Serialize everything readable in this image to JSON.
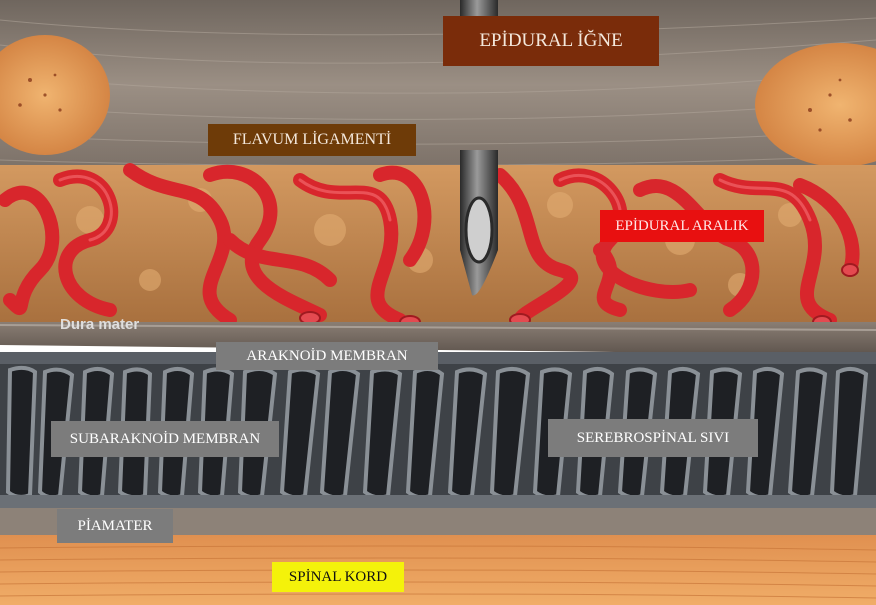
{
  "labels": {
    "epidural_needle": "EPİDURAL İĞNE",
    "ligamentum_flavum": "FLAVUM LİGAMENTİ",
    "epidural_space": "EPİDURAL ARALIK",
    "dura_mater": "Dura mater",
    "arachnoid_membrane": "ARAKNOİD MEMBRAN",
    "subarachnoid_membrane": "SUBARAKNOİD MEMBRAN",
    "cerebrospinal_fluid": "SEREBROSPİNAL SIVI",
    "pia_mater": "PİAMATER",
    "spinal_cord": "SPİNAL KORD"
  },
  "colors": {
    "needle_label_bg": "#7a2c0a",
    "ligament_label_bg": "#6e3b08",
    "epidural_label_bg": "#e81010",
    "grey_label_bg": "#7c7c7c",
    "spinal_label_bg": "#f4f20a",
    "ligament": "#8f8378",
    "bone": "#e59a52",
    "vessel": "#d8262c",
    "fat": "#c58b52",
    "dura": "#7d6f66",
    "arachnoid": "#50545a",
    "spinal_cord": "#e69a55"
  },
  "icons": [
    "epidural-needle-icon"
  ]
}
